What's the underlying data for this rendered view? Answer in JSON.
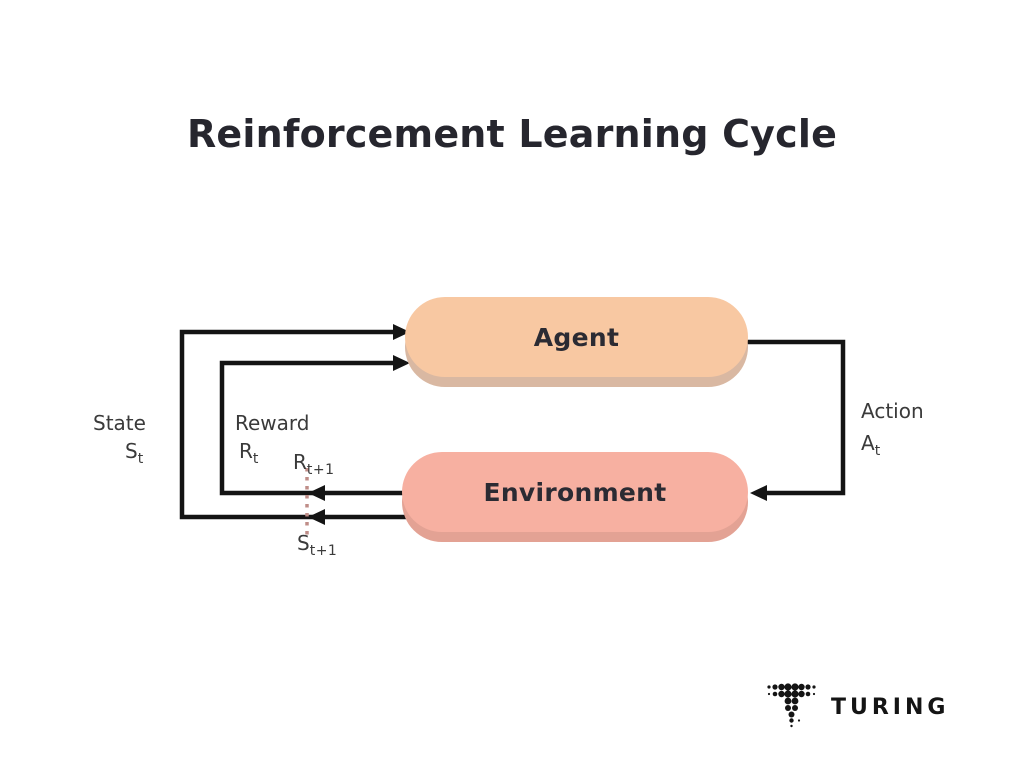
{
  "title": "Reinforcement Learning Cycle",
  "nodes": {
    "agent": {
      "label": "Agent",
      "fill": "#f8c8a2",
      "shadow": "#d9b8a2"
    },
    "environment": {
      "label": "Environment",
      "fill": "#f7b0a1",
      "shadow": "#e3a294"
    }
  },
  "labels": {
    "state": {
      "word": "State",
      "symbol": "S",
      "subscript": "t"
    },
    "reward": {
      "word": "Reward",
      "symbol": "R",
      "subscript": "t"
    },
    "next_reward": {
      "symbol": "R",
      "subscript": "t+1"
    },
    "next_state": {
      "symbol": "S",
      "subscript": "t+1"
    },
    "action": {
      "word": "Action",
      "symbol": "A",
      "subscript": "t"
    }
  },
  "colors": {
    "background": "#ffffff",
    "title_text": "#26262e",
    "node_label_text": "#2b2b33",
    "label_text": "#3a3a3a",
    "arrow": "#141414",
    "timestep_divider": "#bf8d88",
    "logo": "#141414"
  },
  "branding": {
    "name": "TURING",
    "icon": "turing-dotted-t-icon"
  }
}
